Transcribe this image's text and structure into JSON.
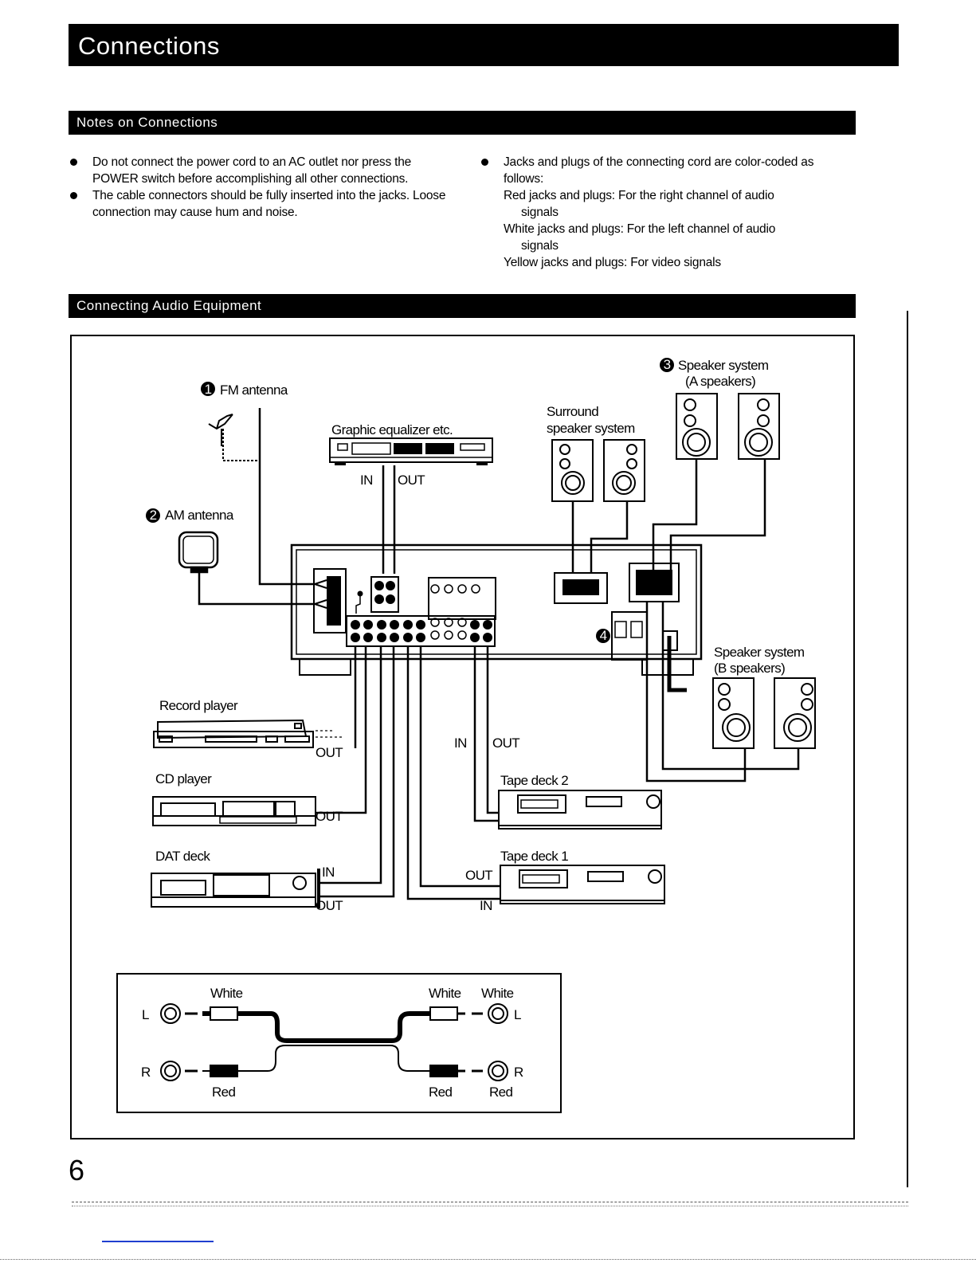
{
  "page": {
    "title": "Connections",
    "page_number": "6"
  },
  "sections": {
    "notes_title": "Notes on Connections",
    "audio_title": "Connecting Audio Equipment"
  },
  "notes": {
    "left": [
      "Do not connect the power cord to an AC outlet nor press the POWER switch before accomplishing all other connections.",
      "The cable connectors should be fully inserted into the jacks. Loose connection may cause hum and noise."
    ],
    "right": {
      "intro": "Jacks and plugs of the connecting cord are color-coded as follows:",
      "lines": [
        {
          "label": "Red jacks and plugs: For the right channel of audio",
          "cont": "signals"
        },
        {
          "label": "White jacks and plugs: For the left channel of audio",
          "cont": "signals"
        },
        {
          "label": "Yellow jacks and plugs: For video signals",
          "cont": ""
        }
      ]
    }
  },
  "diagram": {
    "markers": {
      "m1": "1",
      "m2": "2",
      "m3": "3",
      "m4": "4"
    },
    "labels": {
      "fm_antenna": "FM antenna",
      "am_antenna": "AM antenna",
      "graphic_equalizer": "Graphic equalizer etc.",
      "eq_in": "IN",
      "eq_out": "OUT",
      "surround_line1": "Surround",
      "surround_line2": "speaker system",
      "speaker_a_line1": "Speaker system",
      "speaker_a_line2": "(A speakers)",
      "speaker_b_line1": "Speaker system",
      "speaker_b_line2": "(B speakers)",
      "record_player": "Record player",
      "record_out": "OUT",
      "cd_player": "CD player",
      "cd_out": "OUT",
      "dat_deck": "DAT deck",
      "dat_in": "IN",
      "dat_out": "OUT",
      "tape2": "Tape deck 2",
      "tape2_in": "IN",
      "tape2_out": "OUT",
      "tape1": "Tape deck 1",
      "tape1_out": "OUT",
      "tape1_in": "IN"
    },
    "cable_legend": {
      "left_white": "White",
      "left_red": "Red",
      "left_l": "L",
      "left_r": "R",
      "right_plug_white": "White",
      "right_jack_white": "White",
      "right_plug_red": "Red",
      "right_jack_red": "Red",
      "right_l": "L",
      "right_r": "R"
    }
  }
}
